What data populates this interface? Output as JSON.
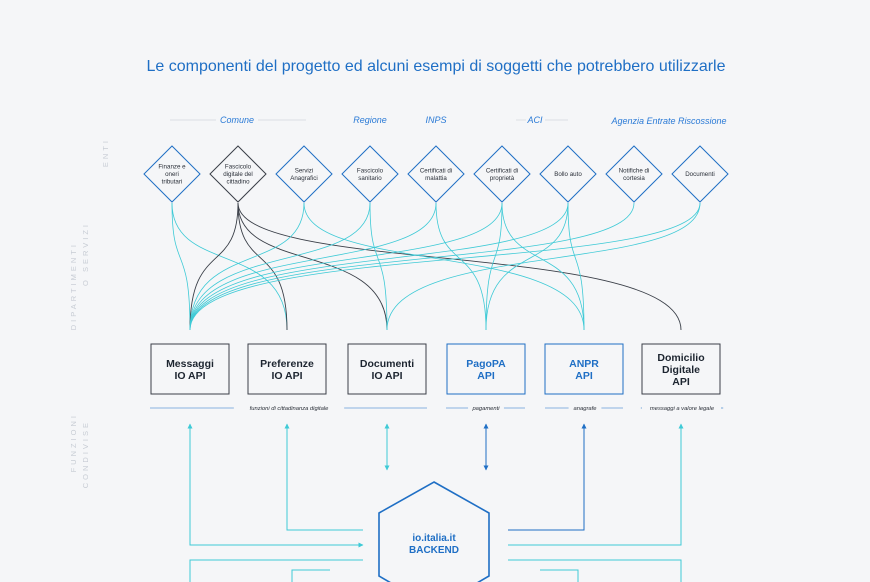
{
  "title": "Le componenti del progetto ed alcuni esempi di soggetti che potrebbero utilizzarle",
  "side_labels": {
    "enti": "ENTI",
    "dipartimenti": "DIPARTIMENTI",
    "o_servizi": "O SERVIZI",
    "funzioni": "FUNZIONI",
    "condivise": "CONDIVISE"
  },
  "entities": [
    "Comune",
    "Regione",
    "INPS",
    "ACI",
    "Agenzia Entrate Riscossione"
  ],
  "departments": [
    {
      "lines": [
        "Finanze e",
        "oneri",
        "tributari"
      ],
      "style": "blue"
    },
    {
      "lines": [
        "Fascicolo",
        "digitale del",
        "cittadino"
      ],
      "style": "dark"
    },
    {
      "lines": [
        "Servizi",
        "Anagrafici"
      ],
      "style": "blue"
    },
    {
      "lines": [
        "Fascicolo",
        "sanitario"
      ],
      "style": "blue"
    },
    {
      "lines": [
        "Certificati di",
        "malattia"
      ],
      "style": "blue"
    },
    {
      "lines": [
        "Certificati di",
        "proprietà"
      ],
      "style": "blue"
    },
    {
      "lines": [
        "Bollo auto"
      ],
      "style": "blue"
    },
    {
      "lines": [
        "Notifiche di",
        "cortesia"
      ],
      "style": "blue"
    },
    {
      "lines": [
        "Documenti"
      ],
      "style": "blue"
    }
  ],
  "apis": [
    {
      "lines": [
        "Messaggi",
        "IO API"
      ],
      "style": "dark"
    },
    {
      "lines": [
        "Preferenze",
        "IO API"
      ],
      "style": "dark"
    },
    {
      "lines": [
        "Documenti",
        "IO API"
      ],
      "style": "dark"
    },
    {
      "lines": [
        "PagoPA",
        "API"
      ],
      "style": "blue"
    },
    {
      "lines": [
        "ANPR",
        "API"
      ],
      "style": "blue"
    },
    {
      "lines": [
        "Domicilio",
        "Digitale",
        "API"
      ],
      "style": "dark"
    }
  ],
  "categories": [
    "funzioni di cittadinanza digitale",
    "pagamenti",
    "anagrafe",
    "messaggi a valore legale"
  ],
  "backend": {
    "lines": [
      "io.italia.it",
      "BACKEND"
    ]
  },
  "colors": {
    "accent": "#1f6fc5",
    "cyan": "#3ecad6",
    "dark": "#3a3f48",
    "background": "#f5f6f8"
  }
}
